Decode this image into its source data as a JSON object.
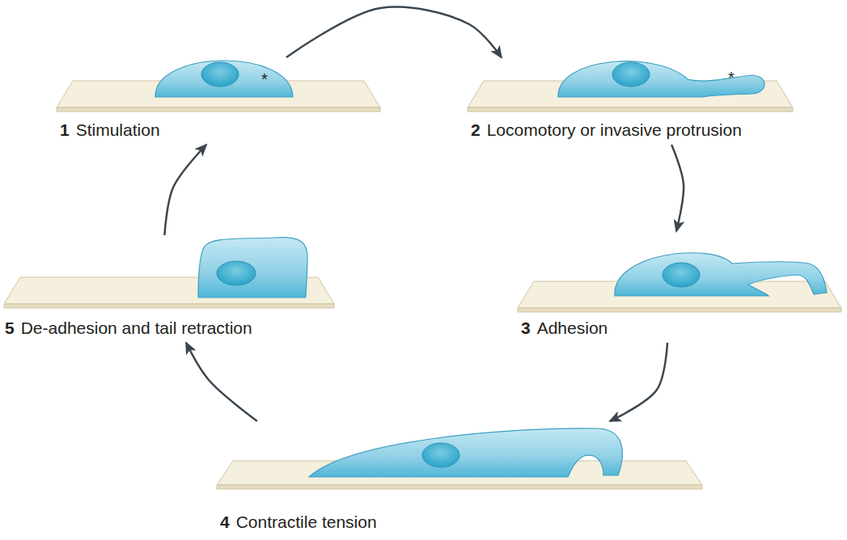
{
  "diagram": {
    "nodes": [
      {
        "text": [
          "1",
          "Stimulation"
        ]
      },
      {
        "text": [
          "2",
          "Locomotory or invasive protrusion"
        ]
      },
      {
        "text": [
          "3",
          "Adhesion"
        ]
      },
      {
        "text": [
          "4",
          "Contractile tension"
        ]
      },
      {
        "text": [
          "5",
          "De-adhesion and tail retraction"
        ]
      }
    ],
    "edges": [
      {
        "from": 0,
        "to": 1,
        "arrow": "to"
      },
      {
        "from": 1,
        "to": 2,
        "arrow": "to"
      },
      {
        "from": 2,
        "to": 3,
        "arrow": "to"
      },
      {
        "from": 3,
        "to": 4,
        "arrow": "to"
      },
      {
        "from": 4,
        "to": 0,
        "arrow": "to"
      }
    ],
    "labels": [
      "*",
      "*"
    ]
  }
}
